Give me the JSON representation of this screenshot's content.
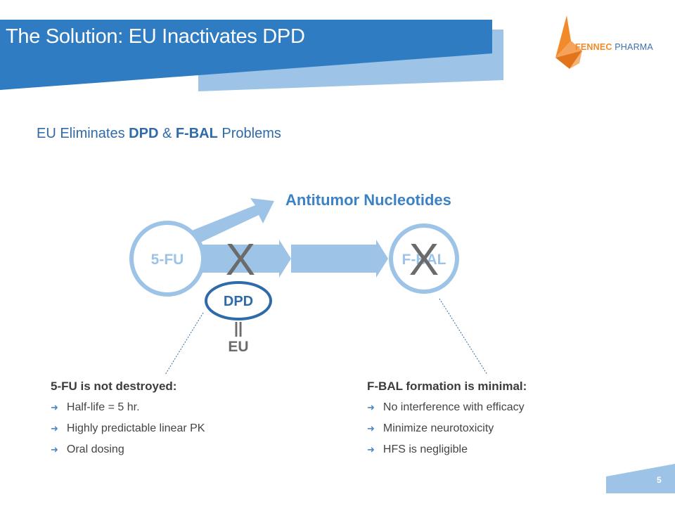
{
  "slide": {
    "title": "The Solution: EU Inactivates DPD",
    "subtitle": {
      "part1": "EU Eliminates ",
      "bold1": "DPD",
      "part2": " & ",
      "bold2": "F-BAL",
      "part3": " Problems"
    },
    "page_number": "5"
  },
  "logo": {
    "name_part1": "FENNEC",
    "name_part2": " PHARMA",
    "colors": {
      "orange": "#f38a2a",
      "blue": "#3a6fae"
    }
  },
  "diagram": {
    "node_5fu": "5-FU",
    "node_fbal": "F-BAL",
    "node_dpd": "DPD",
    "node_eu": "EU",
    "equals_sign": "||",
    "output_label": "Antitumor Nucleotides",
    "block_mark": "X"
  },
  "left_column": {
    "heading": "5-FU is not destroyed:",
    "items": [
      "Half-life = 5 hr.",
      "Highly predictable linear PK",
      "Oral dosing"
    ]
  },
  "right_column": {
    "heading": "F-BAL formation is minimal:",
    "items": [
      "No interference with efficacy",
      "Minimize neurotoxicity",
      "HFS is negligible"
    ]
  },
  "colors": {
    "title_band": "#2f7cc3",
    "title_band_light": "#9dc3e6",
    "diagram_blue": "#9dc3e6",
    "dpd_ring": "#2f6aa9",
    "dark_text": "#3c3c3c"
  }
}
